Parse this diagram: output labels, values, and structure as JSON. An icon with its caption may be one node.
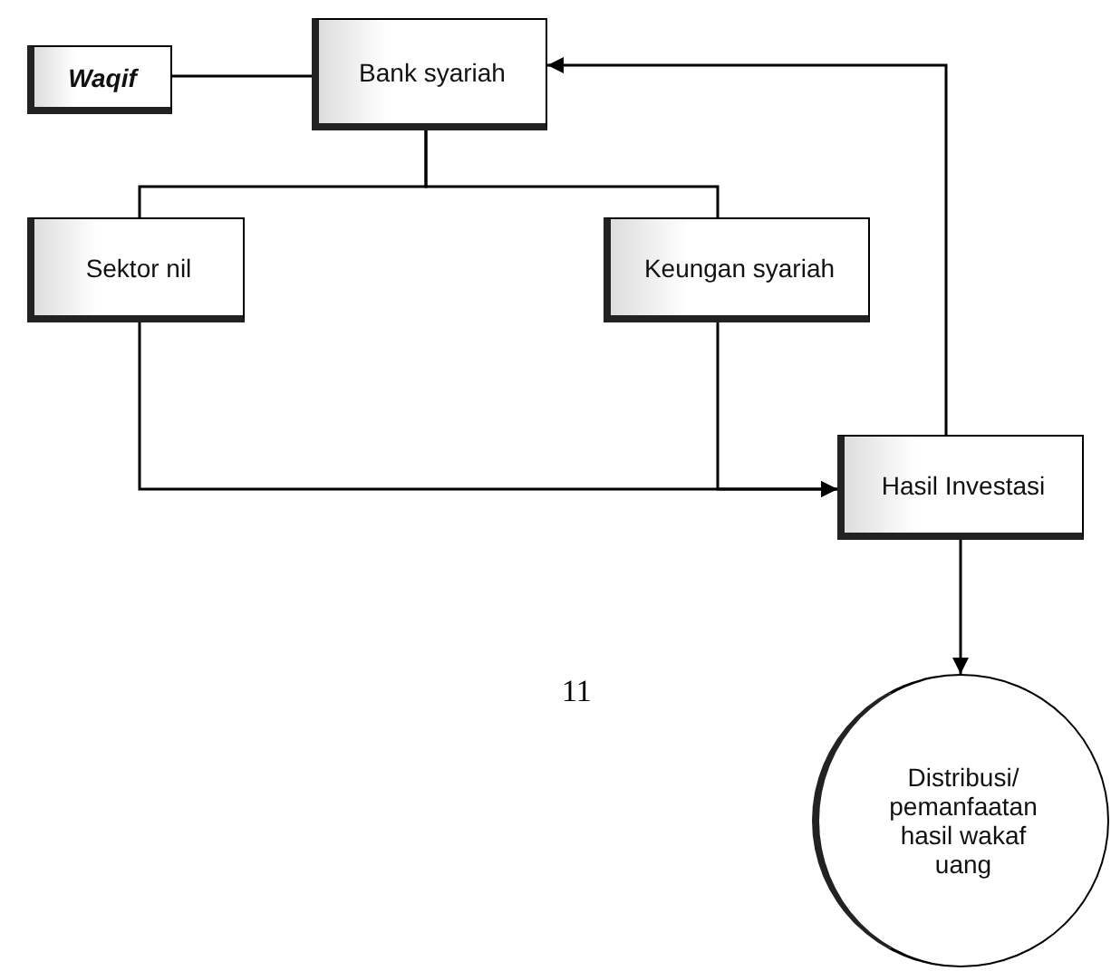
{
  "diagram": {
    "nodes": [
      {
        "text": [
          "Waqif"
        ]
      },
      {
        "text": [
          "Bank syariah"
        ]
      },
      {
        "text": [
          "Sektor nil"
        ]
      },
      {
        "text": [
          "Keungan syariah"
        ]
      },
      {
        "text": [
          "Hasil Investasi"
        ]
      },
      {
        "text": [
          "Distribusi/ pemanfaatan hasil wakaf uang"
        ]
      }
    ],
    "edges": [
      {
        "from": 0,
        "to": 1,
        "arrow": "none"
      },
      {
        "from": 1,
        "to": 2,
        "arrow": "none"
      },
      {
        "from": 1,
        "to": 3,
        "arrow": "none"
      },
      {
        "from": 2,
        "to": 4,
        "arrow": "to"
      },
      {
        "from": 3,
        "to": 4,
        "arrow": "to"
      },
      {
        "from": 4,
        "to": 1,
        "arrow": "to"
      },
      {
        "from": 4,
        "to": 5,
        "arrow": "to"
      }
    ],
    "labels": [
      "11"
    ]
  }
}
